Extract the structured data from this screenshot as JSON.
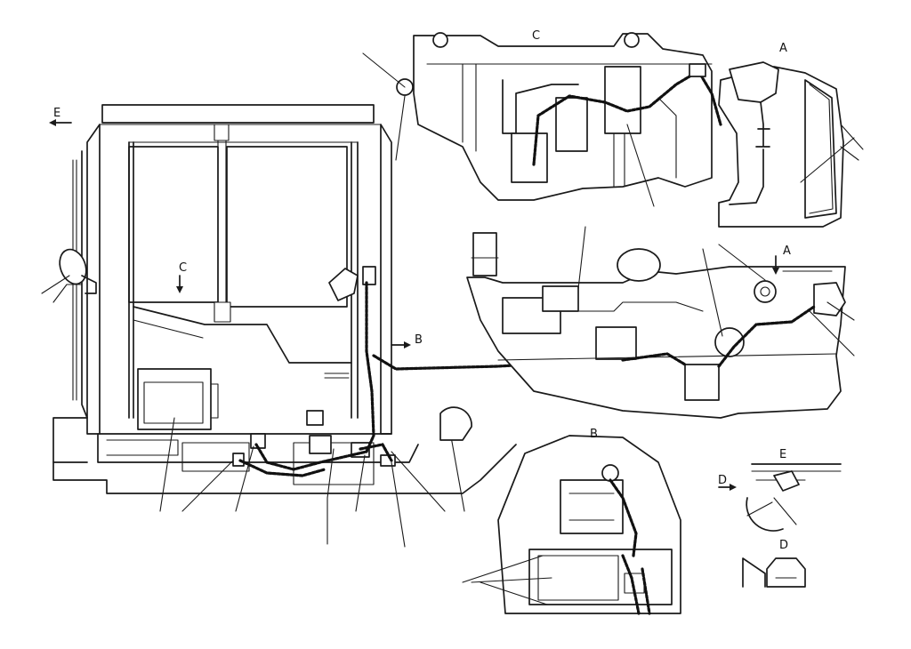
{
  "diagram": {
    "view_labels": {
      "detail_c": "C",
      "detail_a": "A",
      "detail_b": "B",
      "detail_d": "D",
      "detail_e": "E",
      "arrow_e": "E",
      "arrow_c": "C",
      "arrow_b": "B",
      "arrow_a": "A",
      "arrow_d": "D"
    }
  }
}
